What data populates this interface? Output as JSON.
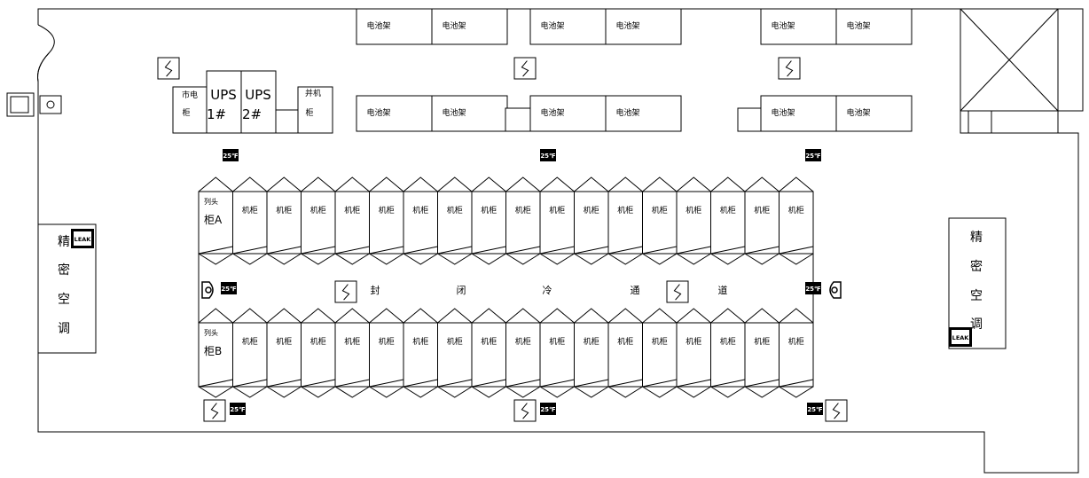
{
  "battery_label": "电池架",
  "mains_cabinet": {
    "line1": "市电",
    "line2": "柜"
  },
  "ups1": {
    "line1": "UPS",
    "line2": "1#"
  },
  "ups2": {
    "line1": "UPS",
    "line2": "2#"
  },
  "parallel_cabinet": {
    "line1": "并机",
    "line2": "柜"
  },
  "rack_label": "机柜",
  "row_a_head": {
    "line1": "列头",
    "line2": "柜A"
  },
  "row_b_head": {
    "line1": "列头",
    "line2": "柜B"
  },
  "cold_aisle": [
    "封",
    "闭",
    "冷",
    "通",
    "道"
  ],
  "precision_ac_left": [
    "精",
    "密",
    "空",
    "调"
  ],
  "precision_ac_right": [
    "精",
    "密",
    "空",
    "调"
  ],
  "temp_sensor_label": "25℉",
  "leak_sensor_label": "LEAK",
  "racks_per_row": 18
}
